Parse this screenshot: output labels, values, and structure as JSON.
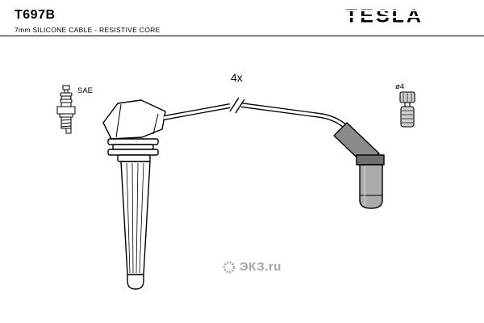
{
  "header": {
    "part_number": "T697B",
    "subtitle": "7mm SILICONE CABLE - RESISTIVE CORE",
    "brand": "TESLA"
  },
  "diagram": {
    "quantity_label": "4x",
    "spark_plug_label": "SAE",
    "terminal_diameter_label": "ø4"
  },
  "watermark": {
    "text": "ЭКЗ.ru"
  },
  "colors": {
    "ink": "#000000",
    "boot_dark_gray": "#8a8a8a",
    "terminal_gray": "#ababab",
    "collar_gray": "#6e6e6e",
    "watermark_gray": "#a6a6a6"
  }
}
